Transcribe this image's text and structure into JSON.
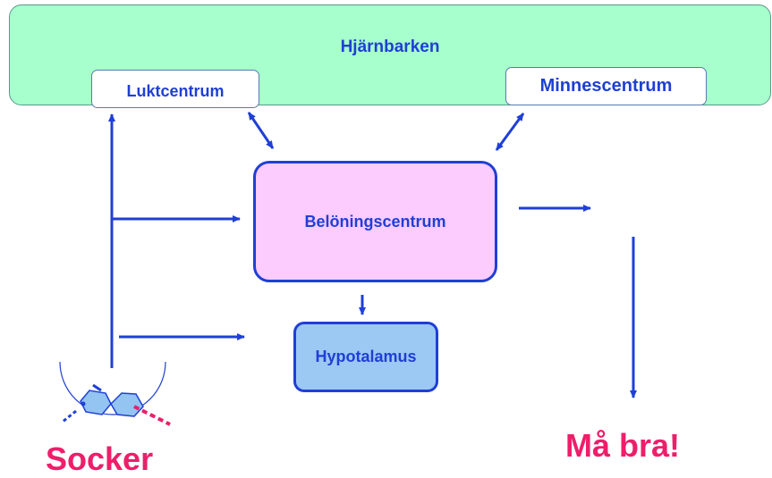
{
  "cortex": {
    "label": "Hjärnbarken"
  },
  "smell_center": {
    "label": "Luktcentrum"
  },
  "memory_center": {
    "label": "Minnescentrum"
  },
  "reward_center": {
    "label": "Belöningscentrum"
  },
  "hypothalamus": {
    "label": "Hypotalamus"
  },
  "input": {
    "label": "Socker"
  },
  "outcome": {
    "label": "Må bra!"
  },
  "colors": {
    "arrow": "#1f3fd6",
    "cortex_fill": "#a6ffcc",
    "reward_fill": "#fccbff",
    "hypothalamus_fill": "#9cc8f4",
    "accent_text": "#ee1e6a",
    "molecule_fill": "#93c4f2"
  },
  "icons": [
    "sugar-molecule-icon",
    "receptor-cup-icon"
  ]
}
